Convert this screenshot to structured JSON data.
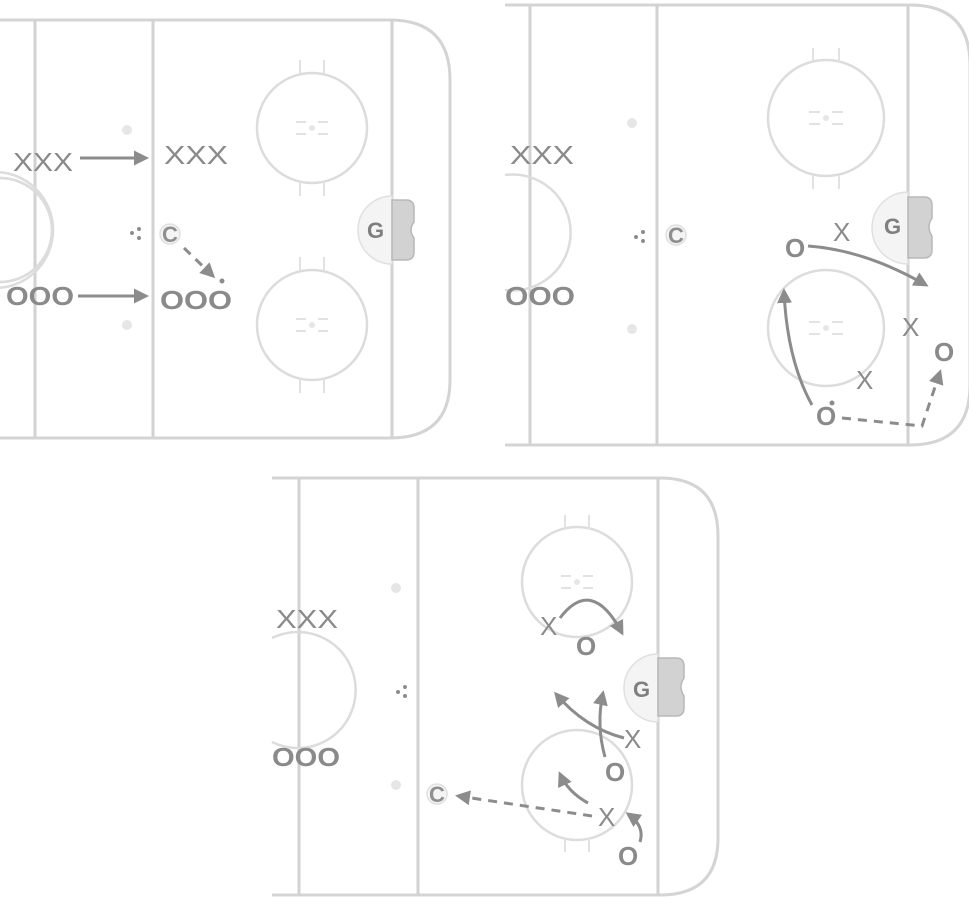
{
  "colors": {
    "rink_lines": "#d2d2d2",
    "markings": "#8a8a8a",
    "arrows": "#8c8c8c",
    "net": "#d2d2d2"
  },
  "icons": {
    "arrow_solid": "solid-arrow",
    "arrow_dashed": "dashed-arrow",
    "puck": "puck-dots"
  },
  "panel_1": {
    "players_x_line": "XXX",
    "players_x_line_dest": "XXX",
    "players_o_line": "OOO",
    "players_o_line_dest": "OOO",
    "coach": "C",
    "goalie": "G"
  },
  "panel_2": {
    "players_x_line": "XXX",
    "players_o_line": "OOO",
    "coach": "C",
    "goalie": "G",
    "attacker_1": "O",
    "attacker_2": "O",
    "attacker_3": "O",
    "defender_1": "X",
    "defender_2": "X",
    "defender_3": "X"
  },
  "panel_3": {
    "players_x_line": "XXX",
    "players_o_line": "OOO",
    "coach": "C",
    "goalie": "G",
    "defender_1": "X",
    "defender_2": "X",
    "defender_3": "X",
    "attacker_1": "O",
    "attacker_2": "O",
    "attacker_3": "O"
  }
}
